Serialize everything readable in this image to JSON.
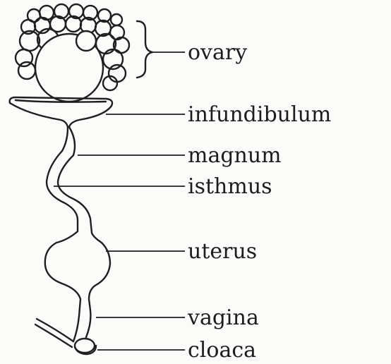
{
  "labels": {
    "ovary": "ovary",
    "infundibulum": "infundibulum",
    "magnum": "magnum",
    "isthmus": "isthmus",
    "uterus": "uterus",
    "vagina": "vagina",
    "cloaca": "cloaca"
  },
  "colors": {
    "ink": "#1f1f1f",
    "paper": "#fbfbf9"
  }
}
